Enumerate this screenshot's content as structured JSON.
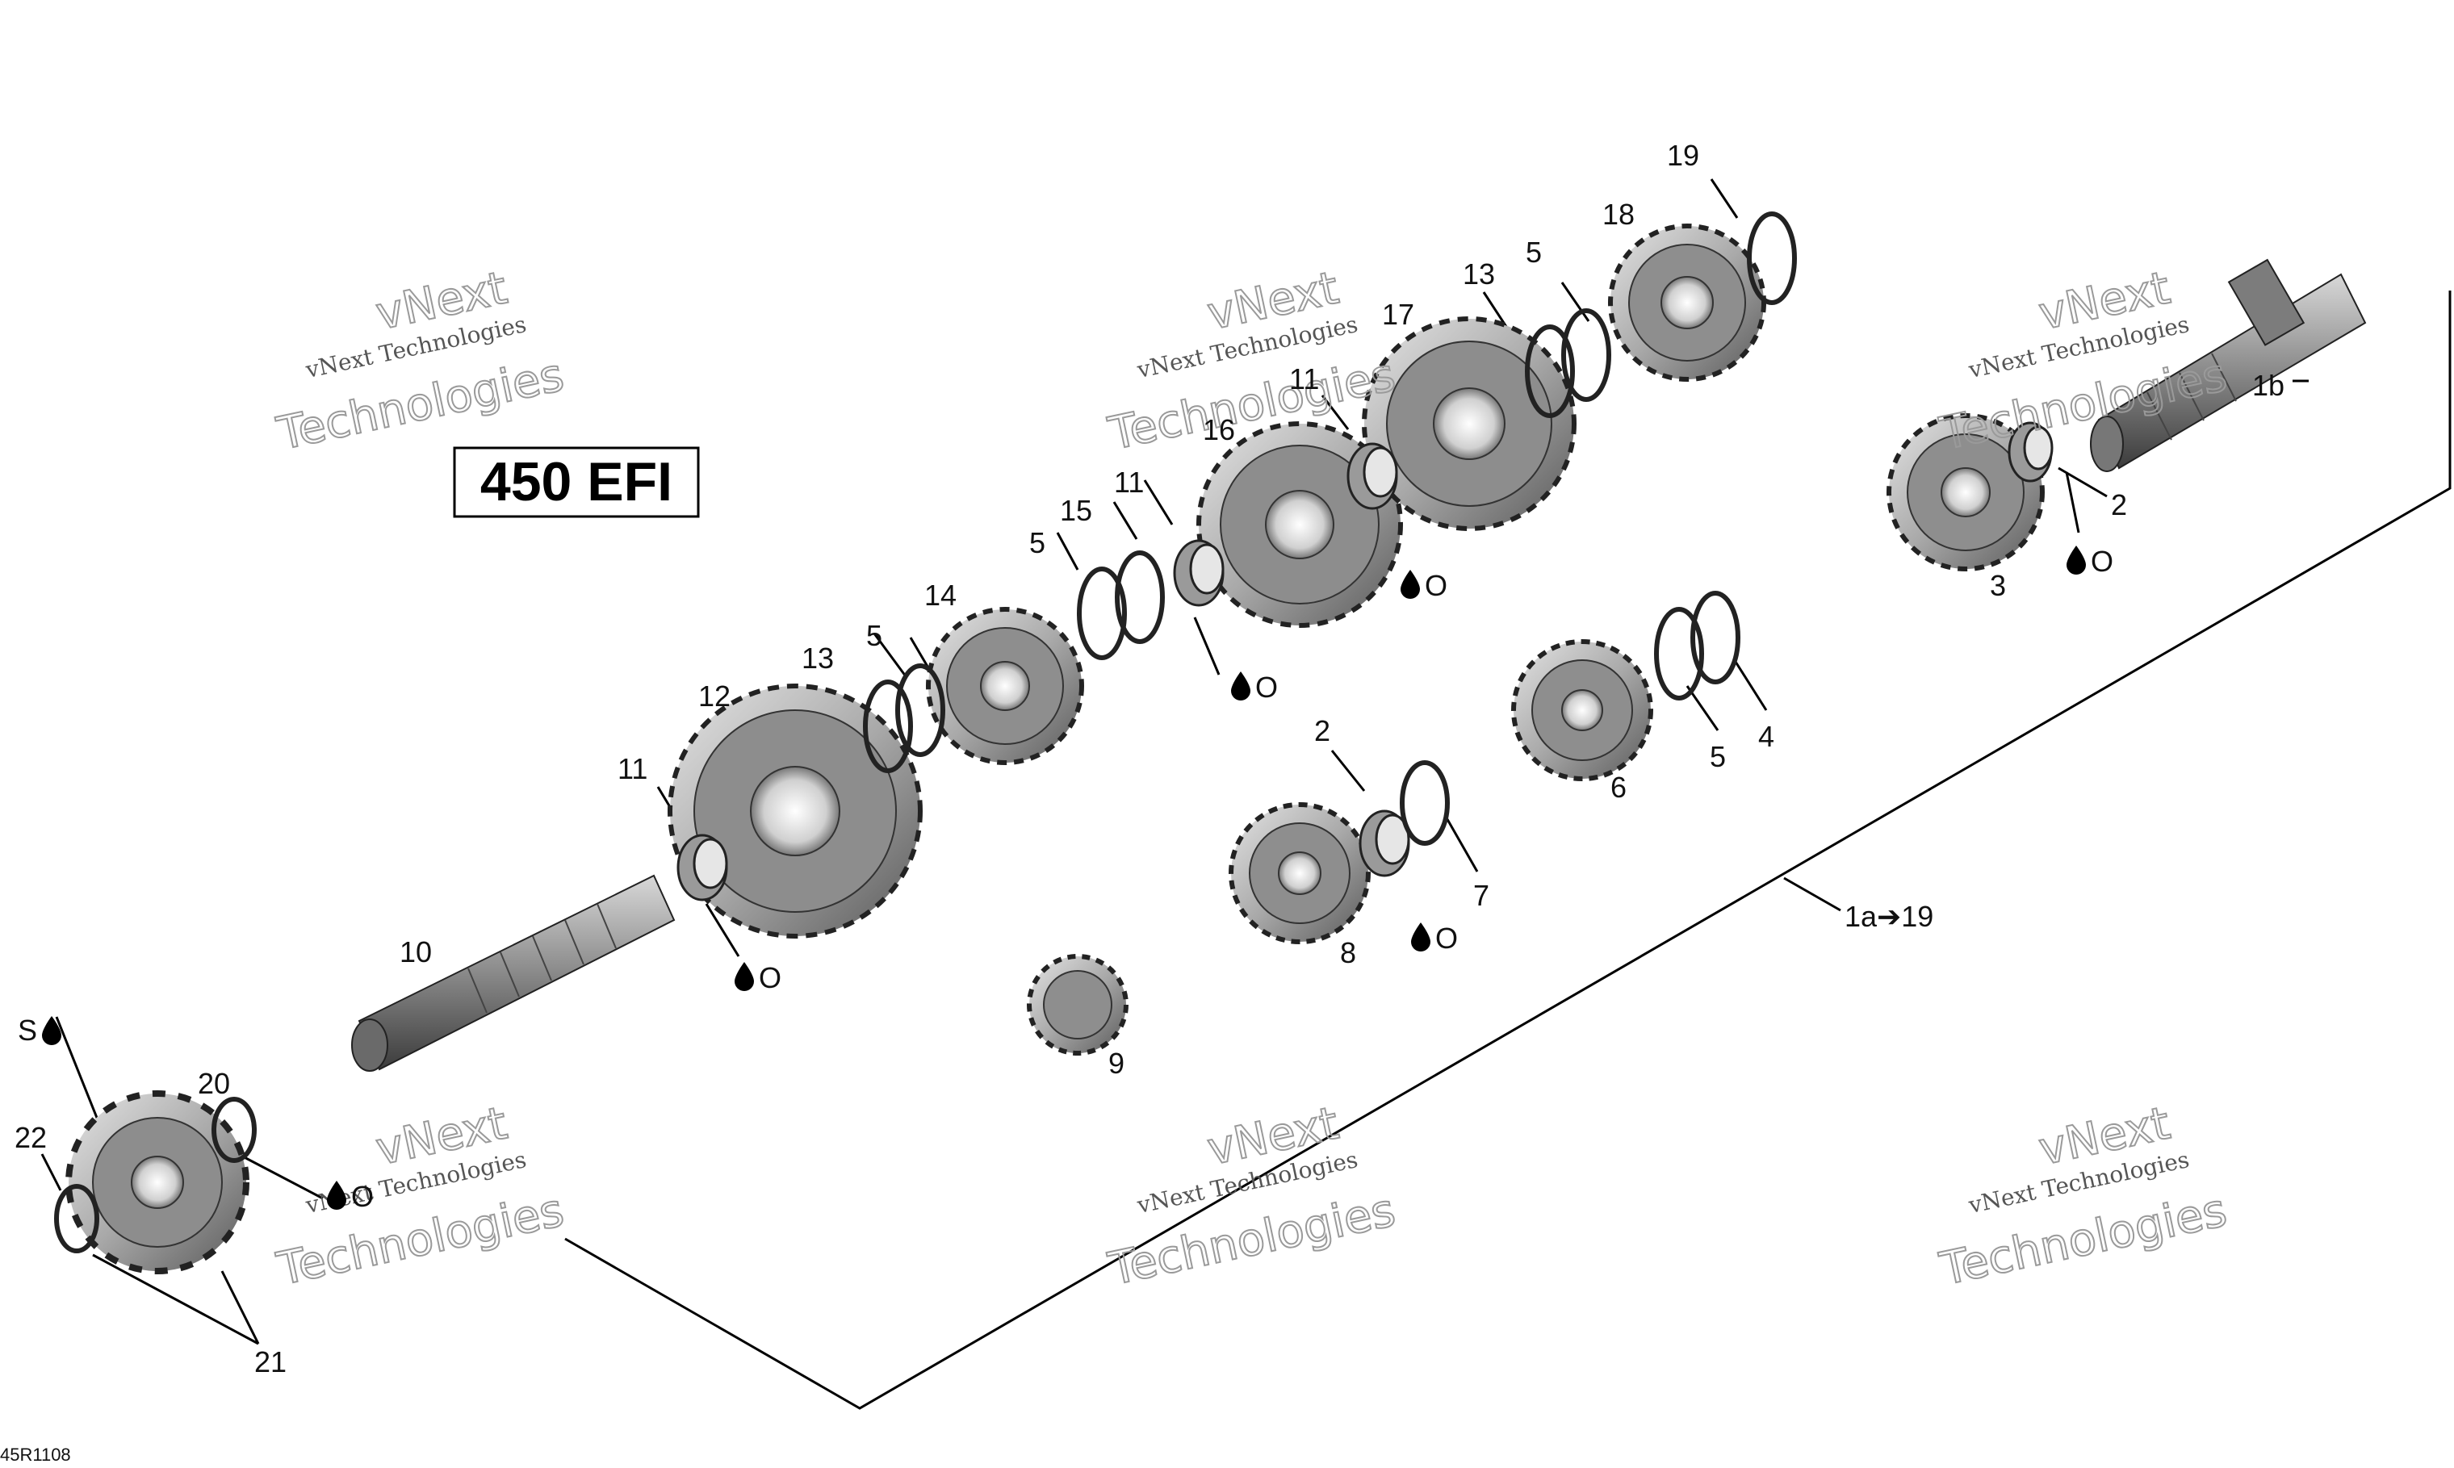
{
  "model_label": "450 EFI",
  "drawing_code": "45R1108",
  "watermark": {
    "line1": "vNext",
    "line2": "vNext Technologies",
    "line3": "Technologies"
  },
  "lube_symbol": "O",
  "sealant_symbol": "S",
  "parts": [
    {
      "id": "p1a",
      "label": "1a➔19"
    },
    {
      "id": "p1b",
      "label": "1b"
    },
    {
      "id": "p2a",
      "label": "2"
    },
    {
      "id": "p2b",
      "label": "2"
    },
    {
      "id": "p3",
      "label": "3"
    },
    {
      "id": "p4",
      "label": "4"
    },
    {
      "id": "p5a",
      "label": "5"
    },
    {
      "id": "p5b",
      "label": "5"
    },
    {
      "id": "p5c",
      "label": "5"
    },
    {
      "id": "p5d",
      "label": "5"
    },
    {
      "id": "p6",
      "label": "6"
    },
    {
      "id": "p7",
      "label": "7"
    },
    {
      "id": "p8",
      "label": "8"
    },
    {
      "id": "p9",
      "label": "9"
    },
    {
      "id": "p10",
      "label": "10"
    },
    {
      "id": "p11a",
      "label": "11"
    },
    {
      "id": "p11b",
      "label": "11"
    },
    {
      "id": "p11c",
      "label": "11"
    },
    {
      "id": "p12",
      "label": "12"
    },
    {
      "id": "p13a",
      "label": "13"
    },
    {
      "id": "p13b",
      "label": "13"
    },
    {
      "id": "p14",
      "label": "14"
    },
    {
      "id": "p15",
      "label": "15"
    },
    {
      "id": "p16",
      "label": "16"
    },
    {
      "id": "p17",
      "label": "17"
    },
    {
      "id": "p18",
      "label": "18"
    },
    {
      "id": "p19",
      "label": "19"
    },
    {
      "id": "p20",
      "label": "20"
    },
    {
      "id": "p21",
      "label": "21"
    },
    {
      "id": "p22",
      "label": "22"
    }
  ]
}
